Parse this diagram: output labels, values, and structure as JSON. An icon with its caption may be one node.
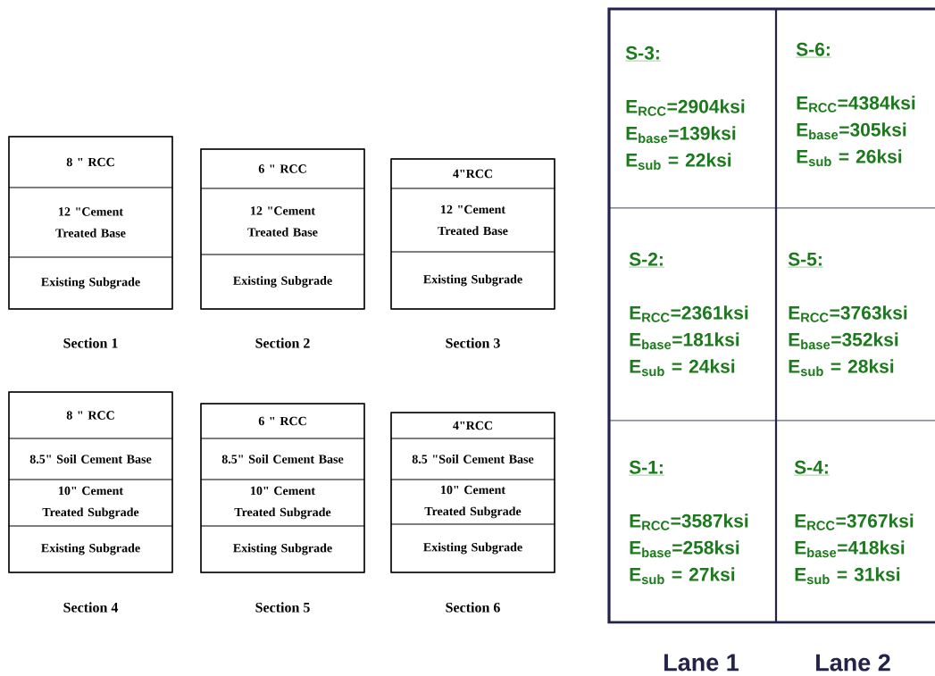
{
  "diagram": {
    "nodes": [
      {
        "text": [],
        "shape": "box",
        "beside": [
          "Section 1"
        ]
      },
      {
        "text": [
          "8 \" RCC"
        ],
        "in": 0
      },
      {
        "text": [
          "12 \"Cement Treated Base"
        ],
        "in": 0
      },
      {
        "text": [
          "Existing Subgrade"
        ],
        "in": 0
      },
      {
        "text": [],
        "shape": "box",
        "beside": [
          "Section 2"
        ]
      },
      {
        "text": [
          "6 \" RCC"
        ],
        "in": 4
      },
      {
        "text": [
          "12 \"Cement Treated Base"
        ],
        "in": 4
      },
      {
        "text": [
          "Existing Subgrade"
        ],
        "in": 4
      },
      {
        "text": [],
        "shape": "box",
        "beside": [
          "Section 3"
        ]
      },
      {
        "text": [
          "4\"RCC"
        ],
        "in": 8
      },
      {
        "text": [
          "12 \"Cement Treated Base"
        ],
        "in": 8
      },
      {
        "text": [
          "Existing Subgrade"
        ],
        "in": 8
      },
      {
        "text": [],
        "shape": "box",
        "beside": [
          "Section 4"
        ]
      },
      {
        "text": [
          "8 \" RCC"
        ],
        "in": 12
      },
      {
        "text": [
          "8.5\" Soil Cement Base"
        ],
        "in": 12
      },
      {
        "text": [
          "10\" Cement Treated Subgrade"
        ],
        "in": 12
      },
      {
        "text": [
          "Existing Subgrade"
        ],
        "in": 12
      },
      {
        "text": [],
        "shape": "box",
        "beside": [
          "Section 5"
        ]
      },
      {
        "text": [
          "6 \" RCC"
        ],
        "in": 17
      },
      {
        "text": [
          "8.5\" Soil Cement Base"
        ],
        "in": 17
      },
      {
        "text": [
          "10\" Cement Treated Subgrade"
        ],
        "in": 17
      },
      {
        "text": [
          "Existing Subgrade"
        ],
        "in": 17
      },
      {
        "text": [],
        "shape": "box",
        "beside": [
          "Section 6"
        ]
      },
      {
        "text": [
          "4\"RCC"
        ],
        "in": 22
      },
      {
        "text": [
          "8.5 \"Soil Cement Base"
        ],
        "in": 22
      },
      {
        "text": [
          "10\" Cement Treated Subgrade"
        ],
        "in": 22
      },
      {
        "text": [
          "Existing Subgrade"
        ],
        "in": 22
      },
      {
        "text": [
          "S-3:",
          "E$_{RCC}$=2904ksi",
          "E$_{base}$=139ksi",
          "E$_{sub}$ = 22ksi"
        ]
      },
      {
        "text": [
          "S-6:",
          "E$_{RCC}$=4384ksi",
          "E$_{base}$=305ksi",
          "E$_{sub}$ = 26ksi"
        ]
      },
      {
        "text": [
          "S-2:",
          "E$_{RCC}$=2361ksi",
          "E$_{base}$=181ksi",
          "E$_{sub}$ = 24ksi"
        ]
      },
      {
        "text": [
          "S-5:",
          "E$_{RCC}$=3763ksi",
          "E$_{base}$=352ksi",
          "E$_{sub}$ = 28ksi"
        ]
      },
      {
        "text": [
          "S-1:",
          "E$_{RCC}$=3587ksi",
          "E$_{base}$=258ksi",
          "E$_{sub}$ = 27ksi"
        ]
      },
      {
        "text": [
          "S-4:",
          "E$_{RCC}$=3767ksi",
          "E$_{base}$=418ksi",
          "E$_{sub}$ = 31ksi"
        ]
      }
    ],
    "labels": [
      "Lane 1",
      "Lane 2"
    ]
  }
}
